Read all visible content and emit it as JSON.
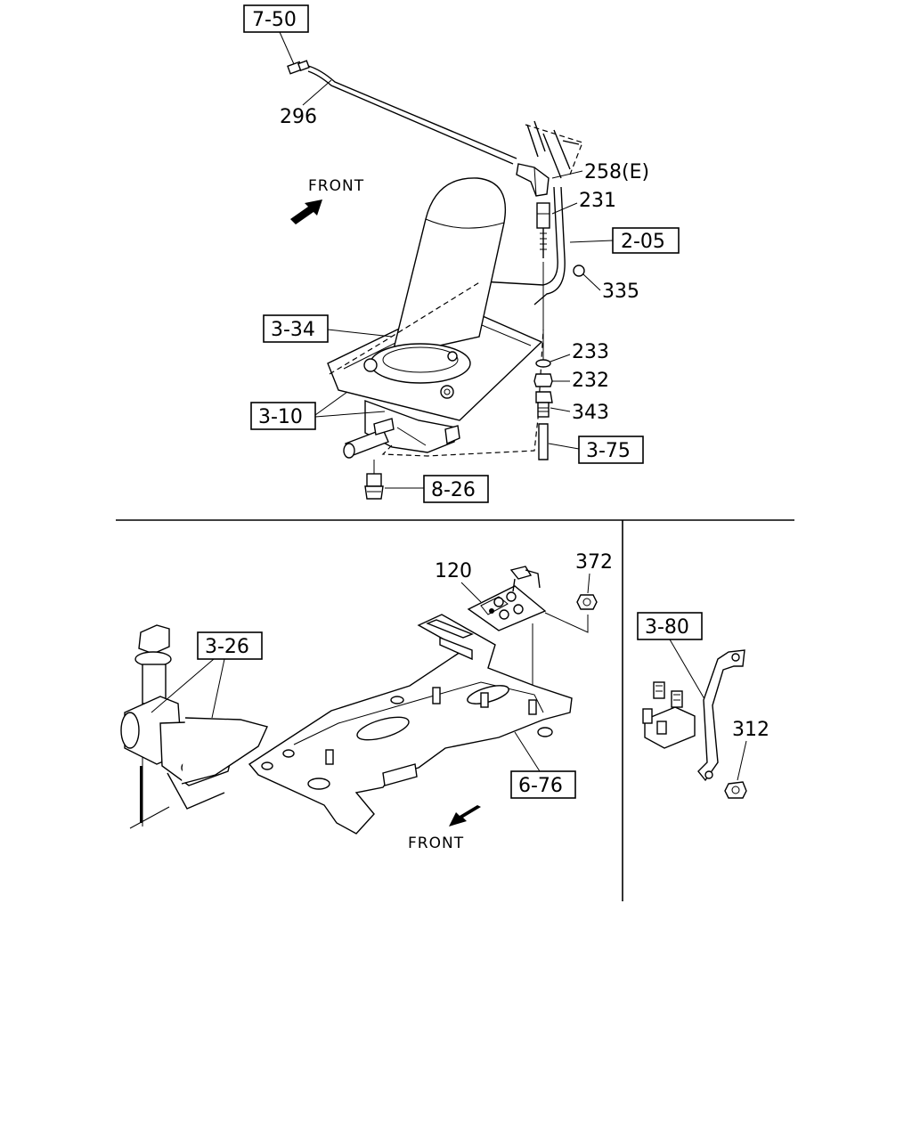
{
  "top": {
    "ref_7_50": "7-50",
    "part_296": "296",
    "front_label": "FRONT",
    "part_258": "258(E)",
    "part_231": "231",
    "ref_2_05": "2-05",
    "part_335": "335",
    "ref_3_34": "3-34",
    "part_233": "233",
    "part_232": "232",
    "ref_3_10": "3-10",
    "part_343": "343",
    "ref_3_75": "3-75",
    "ref_8_26": "8-26"
  },
  "bottom_left": {
    "part_120": "120",
    "part_372": "372",
    "ref_3_26": "3-26",
    "ref_6_76": "6-76",
    "front_label": "FRONT"
  },
  "bottom_right": {
    "ref_3_80": "3-80",
    "part_312": "312"
  }
}
